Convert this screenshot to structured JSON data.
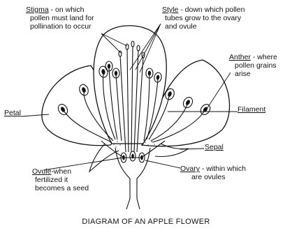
{
  "labels": {
    "stigma": {
      "term": "Stigma",
      "text": " - on which",
      "line2": "pollen must land for",
      "line3": "pollination to occur"
    },
    "style": {
      "term": "Style",
      "text": " - down which pollen",
      "line2": "tubes grow to the ovary",
      "line3": "and ovule"
    },
    "anther": {
      "term": "Anther",
      "text": " - where",
      "line2": "pollen grains",
      "line3": "arise"
    },
    "petal": {
      "term": "Petal"
    },
    "filament": {
      "term": "Filament"
    },
    "sepal": {
      "term": "Sepal"
    },
    "ovule": {
      "term": "Ovule",
      "text": "-when",
      "line2": "fertilized it",
      "line3": "becomes a seed"
    },
    "ovary": {
      "term": "Ovary",
      "text": " - within which",
      "line2": "are ovules"
    }
  },
  "caption": "DIAGRAM OF AN APPLE FLOWER"
}
